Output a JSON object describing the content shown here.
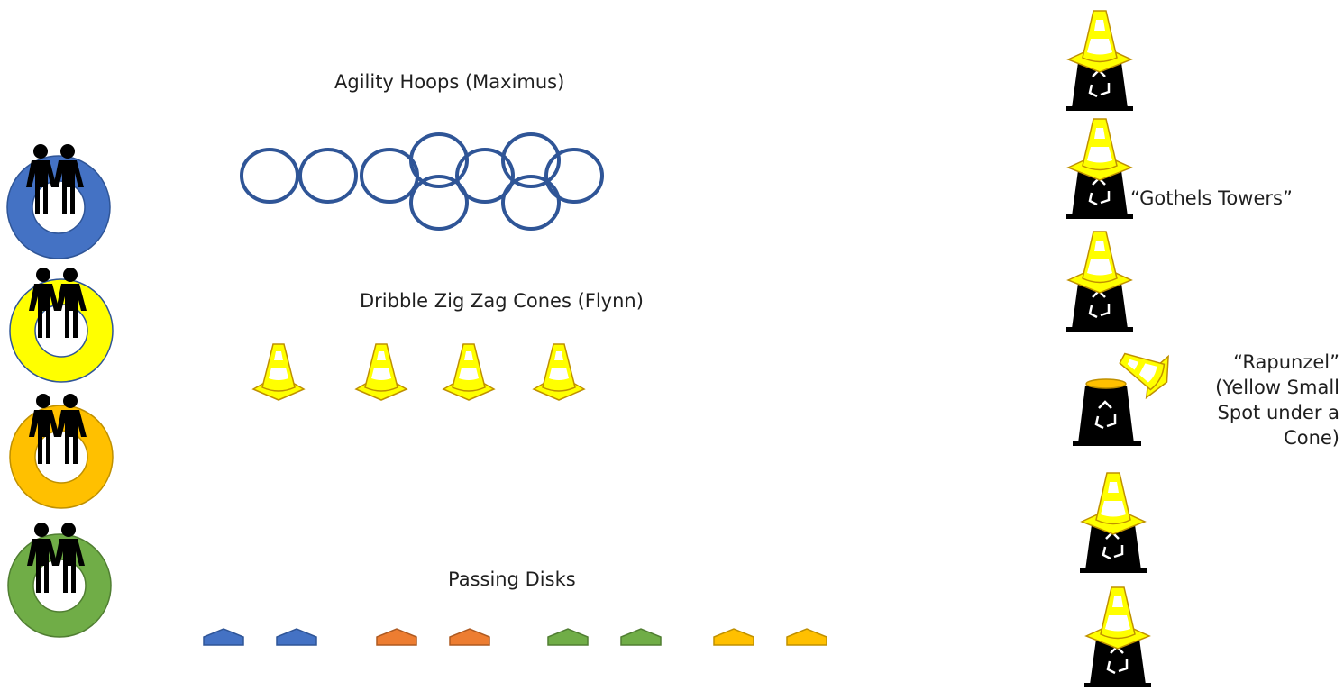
{
  "stations": {
    "agility_hoops": {
      "label": "Agility Hoops (Maximus)",
      "hoop_count": 9
    },
    "dribble_cones": {
      "label": "Dribble Zig Zag Cones (Flynn)",
      "cone_count": 4
    },
    "passing_disks": {
      "label": "Passing Disks",
      "disks": [
        {
          "color": "#4472C4"
        },
        {
          "color": "#4472C4"
        },
        {
          "color": "#ED7D31"
        },
        {
          "color": "#ED7D31"
        },
        {
          "color": "#70AD47"
        },
        {
          "color": "#70AD47"
        },
        {
          "color": "#FFC000"
        },
        {
          "color": "#FFC000"
        }
      ]
    }
  },
  "player_groups": [
    {
      "ring_color": "#4472C4",
      "icon": "two-people-icon"
    },
    {
      "ring_color": "#FFFF00",
      "icon": "two-people-icon"
    },
    {
      "ring_color": "#FFC000",
      "icon": "two-people-icon"
    },
    {
      "ring_color": "#70AD47",
      "icon": "two-people-icon"
    }
  ],
  "towers": {
    "count": 6,
    "label": "“Gothels Towers”",
    "rapunzel_lines": [
      "“Rapunzel”",
      "(Yellow Small",
      "Spot under a",
      "Cone)"
    ]
  },
  "colors": {
    "hoop": "#2F5597",
    "cone_fill": "#FFFF00",
    "cone_stroke": "#BF9000",
    "tower": "#000000",
    "text": "#1f1f1f"
  }
}
